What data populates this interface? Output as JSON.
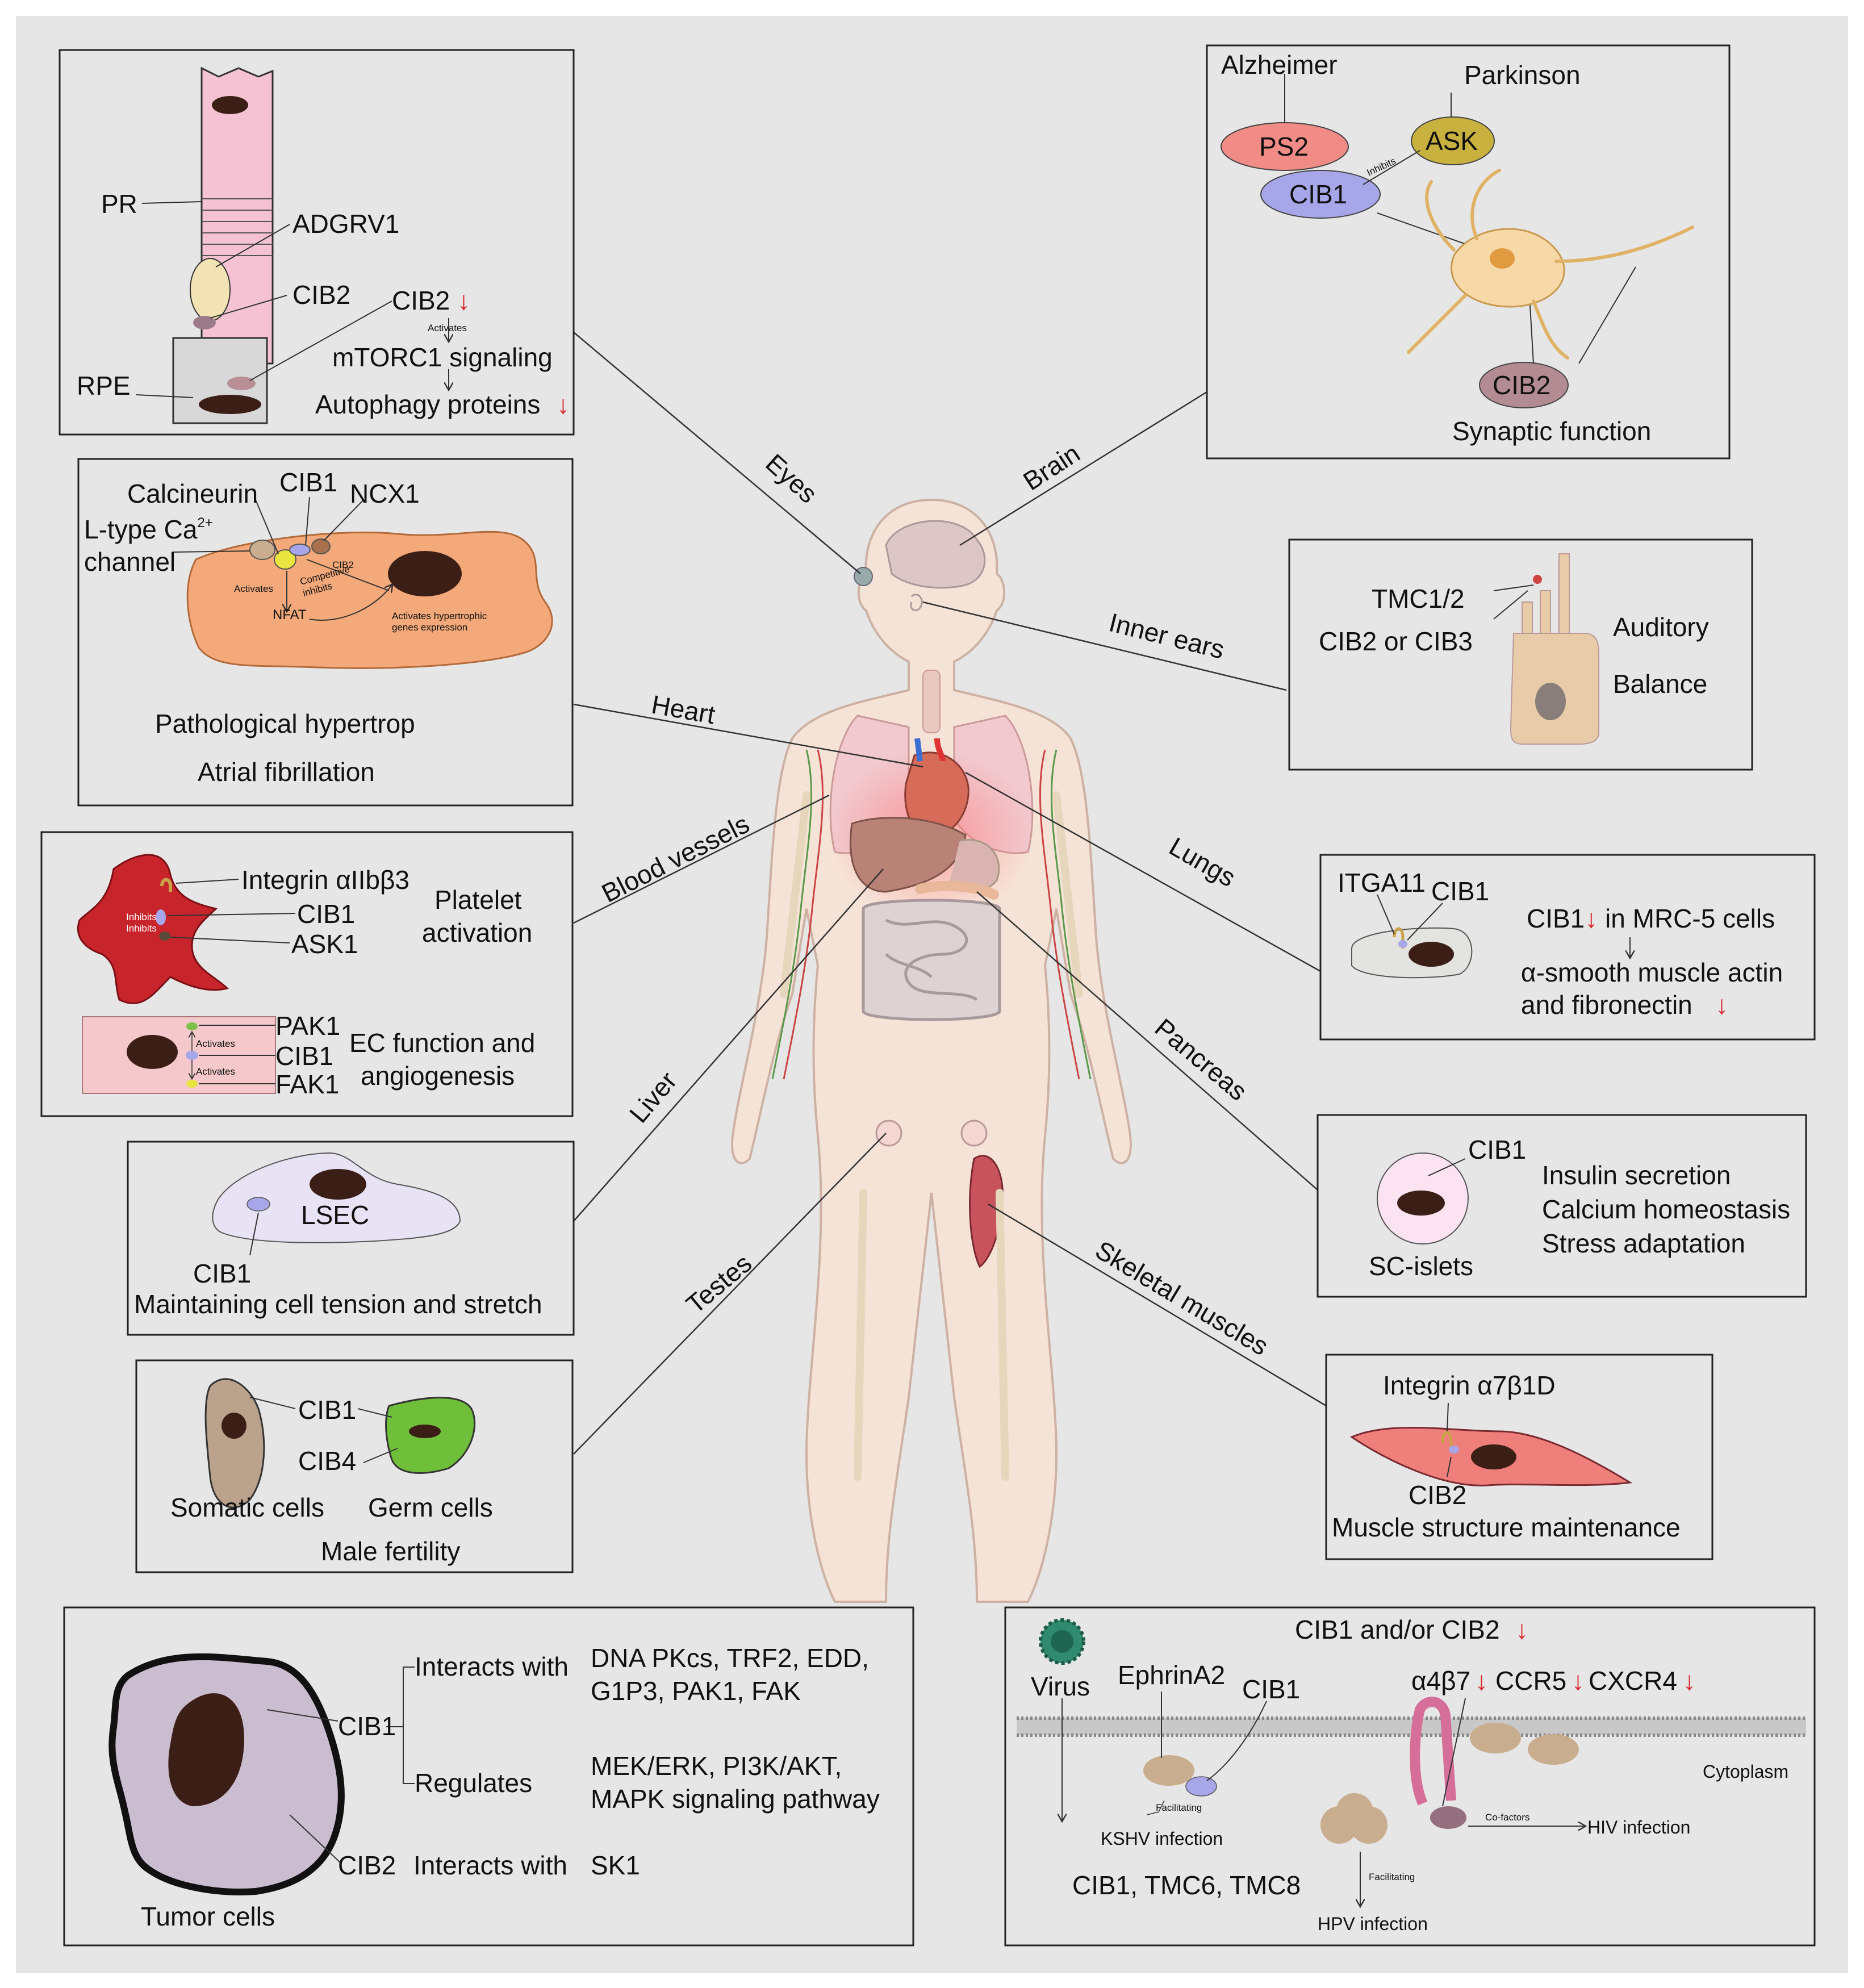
{
  "organs": {
    "eyes": "Eyes",
    "brain": "Brain",
    "inner_ears": "Inner ears",
    "heart": "Heart",
    "lungs": "Lungs",
    "blood_vessels": "Blood vessels",
    "pancreas": "Pancreas",
    "liver": "Liver",
    "testes": "Testes",
    "skeletal_muscles": "Skeletal muscles"
  },
  "eyes_panel": {
    "pr": "PR",
    "adgrv1": "ADGRV1",
    "cib2": "CIB2",
    "rpe": "RPE",
    "cib2_down": "CIB2",
    "activates": "Activates",
    "mtorc1": "mTORC1 signaling",
    "autophagy": "Autophagy proteins"
  },
  "brain_panel": {
    "alzheimer": "Alzheimer",
    "parkinson": "Parkinson",
    "ps2": "PS2",
    "ask": "ASK",
    "cib1": "CIB1",
    "inhibits": "Inhibits",
    "cib2": "CIB2",
    "synaptic": "Synaptic function"
  },
  "heart_panel": {
    "calcineurin": "Calcineurin",
    "cib1": "CIB1",
    "ncx1": "NCX1",
    "ltype": "L-type Ca",
    "ltype_sup": "2+",
    "channel": "channel",
    "cib2": "CIB2",
    "competitive": "Competitive",
    "inhibits": "inhibits",
    "activates": "Activates",
    "nfat": "NFAT",
    "hyper1": "Activates hypertrophic",
    "hyper2": "genes expression",
    "path": "Pathological hypertrop",
    "af": "Atrial fibrillation"
  },
  "ears_panel": {
    "tmc": "TMC1/2",
    "cib23": "CIB2 or CIB3",
    "auditory": "Auditory",
    "balance": "Balance"
  },
  "vessels_panel": {
    "integrin": "Integrin αIIbβ3",
    "cib1": "CIB1",
    "ask1": "ASK1",
    "inhibits1": "Inhibits",
    "inhibits2": "Inhibits",
    "platelet1": "Platelet",
    "platelet2": "activation",
    "pak1": "PAK1",
    "cib1b": "CIB1",
    "fak1": "FAK1",
    "activates1": "Activates",
    "activates2": "Activates",
    "ec1": "EC function and",
    "ec2": "angiogenesis"
  },
  "lungs_panel": {
    "itga11": "ITGA11",
    "cib1": "CIB1",
    "mrc_pre": "CIB1",
    "mrc_post": " in MRC-5 cells",
    "sma": "α-smooth muscle actin",
    "fn": "and fibronectin"
  },
  "liver_panel": {
    "lsec": "LSEC",
    "cib1": "CIB1",
    "tension": "Maintaining cell tension and stretch"
  },
  "pancreas_panel": {
    "cib1": "CIB1",
    "sc": "SC-islets",
    "insulin": "Insulin secretion",
    "calcium": "Calcium homeostasis",
    "stress": "Stress adaptation"
  },
  "testes_panel": {
    "cib1": "CIB1",
    "cib4": "CIB4",
    "somatic": "Somatic cells",
    "germ": "Germ cells",
    "fertility": "Male fertility"
  },
  "muscle_panel": {
    "integrin": "Integrin α7β1D",
    "cib2": "CIB2",
    "maint": "Muscle structure maintenance"
  },
  "tumor_panel": {
    "cib1": "CIB1",
    "cib2": "CIB2",
    "tumor": "Tumor cells",
    "interacts1": "Interacts with",
    "dna": "DNA PKcs, TRF2, EDD,",
    "g1p3": "G1P3, PAK1, FAK",
    "regulates": "Regulates",
    "mek": "MEK/ERK, PI3K/AKT,",
    "mapk": "MAPK signaling pathway",
    "interacts2": "Interacts with",
    "sk1": "SK1"
  },
  "virus_panel": {
    "virus": "Virus",
    "ephrin": "EphrinA2",
    "cib1": "CIB1",
    "cib12": "CIB1 and/or CIB2",
    "a4b7": "α4β7",
    "ccr5": "CCR5",
    "cxcr4": "CXCR4",
    "cytoplasm": "Cytoplasm",
    "facilitating1": "Facilitating",
    "kshv": "KSHV infection",
    "cofactors": "Co-factors",
    "hiv": "HIV infection",
    "tmc": "CIB1, TMC6, TMC8",
    "facilitating2": "Facilitating",
    "hpv": "HPV infection"
  },
  "colors": {
    "background": "#e6e6e6",
    "body": "#f6e3d8",
    "down_arrow": "#d9262b"
  }
}
